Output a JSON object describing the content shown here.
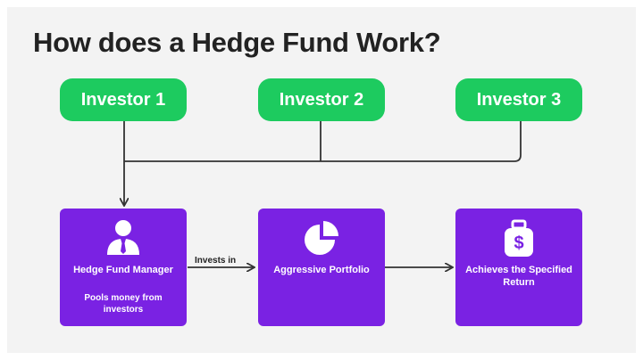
{
  "title": "How does a Hedge Fund Work?",
  "investors": [
    {
      "label": "Investor 1"
    },
    {
      "label": "Investor 2"
    },
    {
      "label": "Investor 3"
    }
  ],
  "nodes": {
    "manager": {
      "title": "Hedge Fund Manager",
      "subtitle": "Pools money from investors",
      "icon": "person-icon"
    },
    "portfolio": {
      "title": "Aggressive Portfolio",
      "icon": "pie-chart-icon"
    },
    "return": {
      "title": "Achieves the Specified Return",
      "icon": "money-bag-icon"
    }
  },
  "edges": {
    "manager_to_portfolio": "Invests in"
  },
  "colors": {
    "investor": "#1dcb5f",
    "node": "#7a22e3",
    "line": "#333333"
  }
}
